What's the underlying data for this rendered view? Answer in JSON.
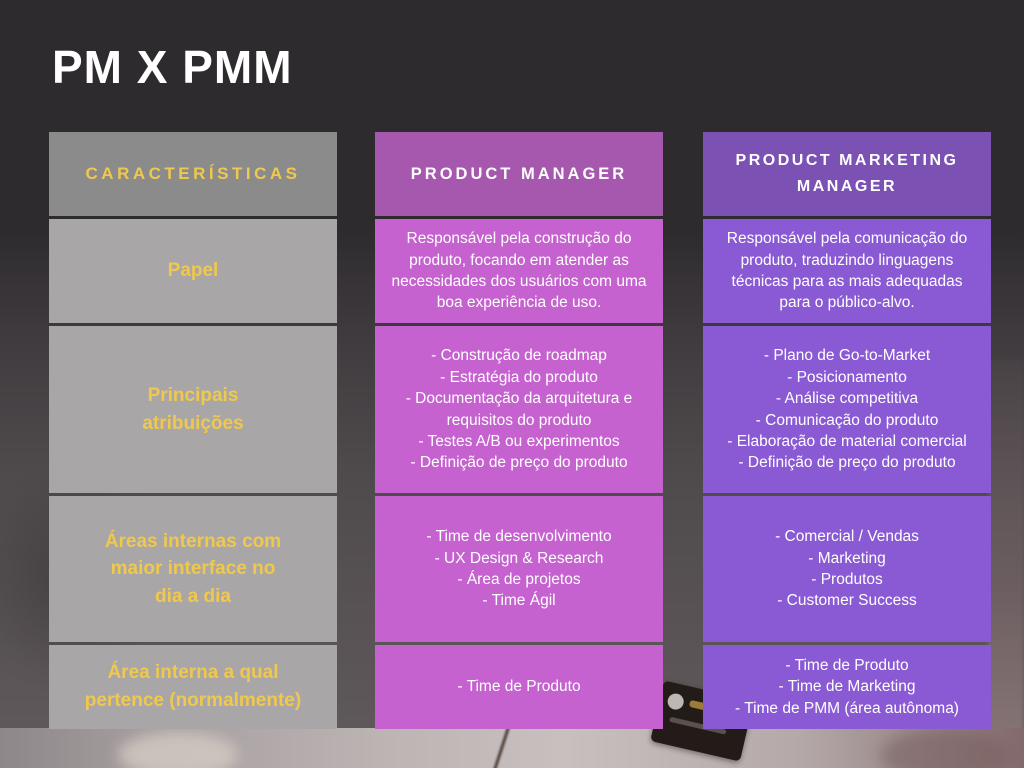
{
  "title": "PM X PMM",
  "colors": {
    "background": "#2e2b2e",
    "col1_header_bg": "#8b8b8b",
    "col1_body_bg": "#a8a6a6",
    "accent_yellow": "#f0c84e",
    "col2_header_bg": "#a558ae",
    "col2_body_bg": "#c562cf",
    "col3_header_bg": "#7b51b4",
    "col3_body_bg": "#8a59d4",
    "body_text": "#ffffff"
  },
  "table": {
    "headers": [
      "CARACTERÍSTICAS",
      "PRODUCT MANAGER",
      "PRODUCT MARKETING MANAGER"
    ],
    "rows": [
      {
        "label": "Papel",
        "pm": "Responsável pela construção do produto, focando em atender as necessidades dos usuários com uma boa experiência de uso.",
        "pmm": "Responsável pela comunicação do produto, traduzindo linguagens técnicas para as mais adequadas para o público-alvo."
      },
      {
        "label": "Principais\natribuições",
        "pm": "- Construção de roadmap\n- Estratégia do produto\n- Documentação da arquitetura e requisitos do produto\n- Testes A/B ou experimentos\n- Definição de preço do produto",
        "pmm": "- Plano de Go-to-Market\n- Posicionamento\n- Análise competitiva\n- Comunicação do produto\n- Elaboração de material comercial\n- Definição de preço do produto"
      },
      {
        "label": "Áreas internas com\nmaior interface no\ndia a dia",
        "pm": "- Time de desenvolvimento\n- UX Design & Research\n- Área de projetos\n- Time Ágil",
        "pmm": "- Comercial / Vendas\n- Marketing\n- Produtos\n- Customer Success"
      },
      {
        "label": "Área interna a qual\npertence (normalmente)",
        "pm": "- Time de Produto",
        "pmm": "- Time de Produto\n- Time de Marketing\n- Time de PMM (área autônoma)"
      }
    ]
  }
}
